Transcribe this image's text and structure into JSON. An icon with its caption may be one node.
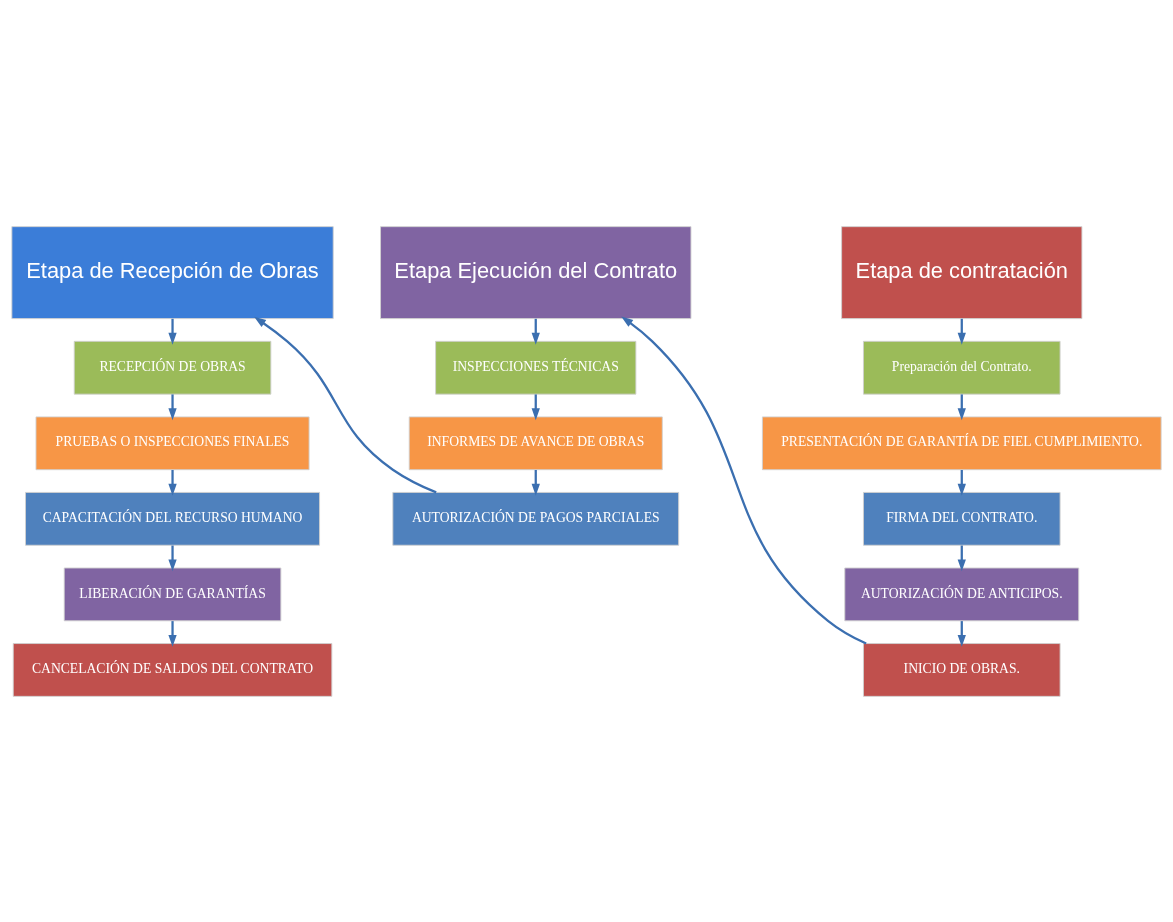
{
  "diagram": {
    "nodes": [
      {
        "text": [
          "Etapa de Recepción de Obras"
        ]
      },
      {
        "text": [
          "RECEPCIÓN DE OBRAS"
        ]
      },
      {
        "text": [
          "PRUEBAS O INSPECCIONES FINALES"
        ]
      },
      {
        "text": [
          "CAPACITACIÓN DEL RECURSO HUMANO"
        ]
      },
      {
        "text": [
          "LIBERACIÓN DE GARANTÍAS"
        ]
      },
      {
        "text": [
          "CANCELACIÓN DE SALDOS DEL CONTRATO"
        ]
      },
      {
        "text": [
          "Etapa Ejecución del Contrato"
        ]
      },
      {
        "text": [
          "INSPECCIONES TÉCNICAS"
        ]
      },
      {
        "text": [
          "INFORMES DE AVANCE DE OBRAS"
        ]
      },
      {
        "text": [
          "AUTORIZACIÓN DE PAGOS PARCIALES"
        ]
      },
      {
        "text": [
          "Etapa de contratación"
        ]
      },
      {
        "text": [
          "Preparación del Contrato."
        ]
      },
      {
        "text": [
          "PRESENTACIÓN DE GARANTÍA DE FIEL CUMPLIMIENTO."
        ]
      },
      {
        "text": [
          "FIRMA DEL CONTRATO."
        ]
      },
      {
        "text": [
          "AUTORIZACIÓN DE ANTICIPOS."
        ]
      },
      {
        "text": [
          "INICIO DE OBRAS."
        ]
      }
    ],
    "edges": [
      {
        "from": 0,
        "to": 1,
        "arrow": "to"
      },
      {
        "from": 1,
        "to": 2,
        "arrow": "to"
      },
      {
        "from": 2,
        "to": 3,
        "arrow": "to"
      },
      {
        "from": 3,
        "to": 4,
        "arrow": "to"
      },
      {
        "from": 4,
        "to": 5,
        "arrow": "to"
      },
      {
        "from": 6,
        "to": 7,
        "arrow": "to"
      },
      {
        "from": 7,
        "to": 8,
        "arrow": "to"
      },
      {
        "from": 8,
        "to": 9,
        "arrow": "to"
      },
      {
        "from": 9,
        "to": 0,
        "arrow": "to"
      },
      {
        "from": 10,
        "to": 11,
        "arrow": "to"
      },
      {
        "from": 11,
        "to": 12,
        "arrow": "to"
      },
      {
        "from": 12,
        "to": 13,
        "arrow": "to"
      },
      {
        "from": 13,
        "to": 14,
        "arrow": "to"
      },
      {
        "from": 14,
        "to": 15,
        "arrow": "to"
      },
      {
        "from": 15,
        "to": 6,
        "arrow": "to"
      }
    ]
  }
}
